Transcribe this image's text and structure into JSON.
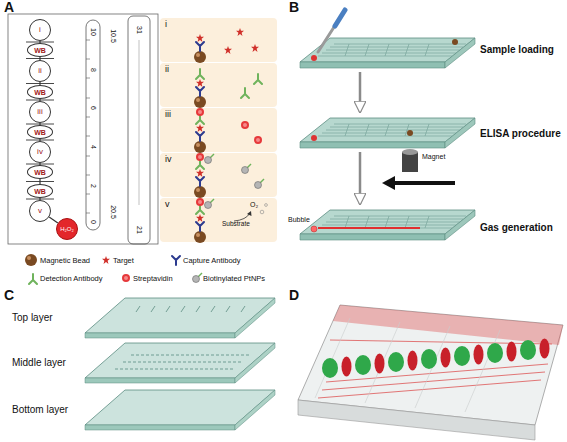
{
  "diagram": {
    "nodes": [
      {
        "text": [
          "i"
        ]
      },
      {
        "text": [
          "WB"
        ]
      },
      {
        "text": [
          "ii"
        ]
      },
      {
        "text": [
          "WB"
        ]
      },
      {
        "text": [
          "iii"
        ]
      },
      {
        "text": [
          "WB"
        ]
      },
      {
        "text": [
          "iv"
        ]
      },
      {
        "text": [
          "WB"
        ]
      },
      {
        "text": [
          "WB"
        ]
      },
      {
        "text": [
          "v"
        ]
      },
      {
        "text": [
          "H₂O₂"
        ]
      },
      {
        "text": [
          "i"
        ]
      },
      {
        "text": [
          "ii"
        ]
      },
      {
        "text": [
          "iii"
        ]
      },
      {
        "text": [
          "iv"
        ]
      },
      {
        "text": [
          "v",
          "Substrate",
          "O₂"
        ]
      },
      {
        "text": [
          "Sample loading"
        ]
      },
      {
        "text": [
          "ELISA procedure"
        ]
      },
      {
        "text": [
          "Gas generation"
        ]
      }
    ],
    "edges": [
      {
        "from": 0,
        "to": 1,
        "arrow": "none"
      },
      {
        "from": 1,
        "to": 2,
        "arrow": "none"
      },
      {
        "from": 2,
        "to": 3,
        "arrow": "none"
      },
      {
        "from": 3,
        "to": 4,
        "arrow": "none"
      },
      {
        "from": 4,
        "to": 5,
        "arrow": "none"
      },
      {
        "from": 5,
        "to": 6,
        "arrow": "none"
      },
      {
        "from": 6,
        "to": 7,
        "arrow": "none"
      },
      {
        "from": 7,
        "to": 8,
        "arrow": "none"
      },
      {
        "from": 8,
        "to": 9,
        "arrow": "none"
      },
      {
        "from": 9,
        "to": 10,
        "arrow": "none"
      },
      {
        "from": 16,
        "to": 17,
        "arrow": "to"
      },
      {
        "from": 17,
        "to": 18,
        "arrow": "to"
      }
    ],
    "labels": [
      "A",
      "10",
      "8",
      "6",
      "4",
      "2",
      "0",
      "10.5",
      "31",
      "20.5",
      "21",
      "B",
      "Magnet",
      "Bubble",
      "C",
      "Top layer",
      "Middle layer",
      "Bottom layer",
      "D"
    ],
    "legend": [
      {
        "text": "Magnetic Bead"
      },
      {
        "text": "Target"
      },
      {
        "text": "Capture Antibody"
      },
      {
        "text": "Detection Antibody"
      },
      {
        "text": "Streptavidin"
      },
      {
        "text": "Biotinylated PtNPs"
      }
    ]
  }
}
